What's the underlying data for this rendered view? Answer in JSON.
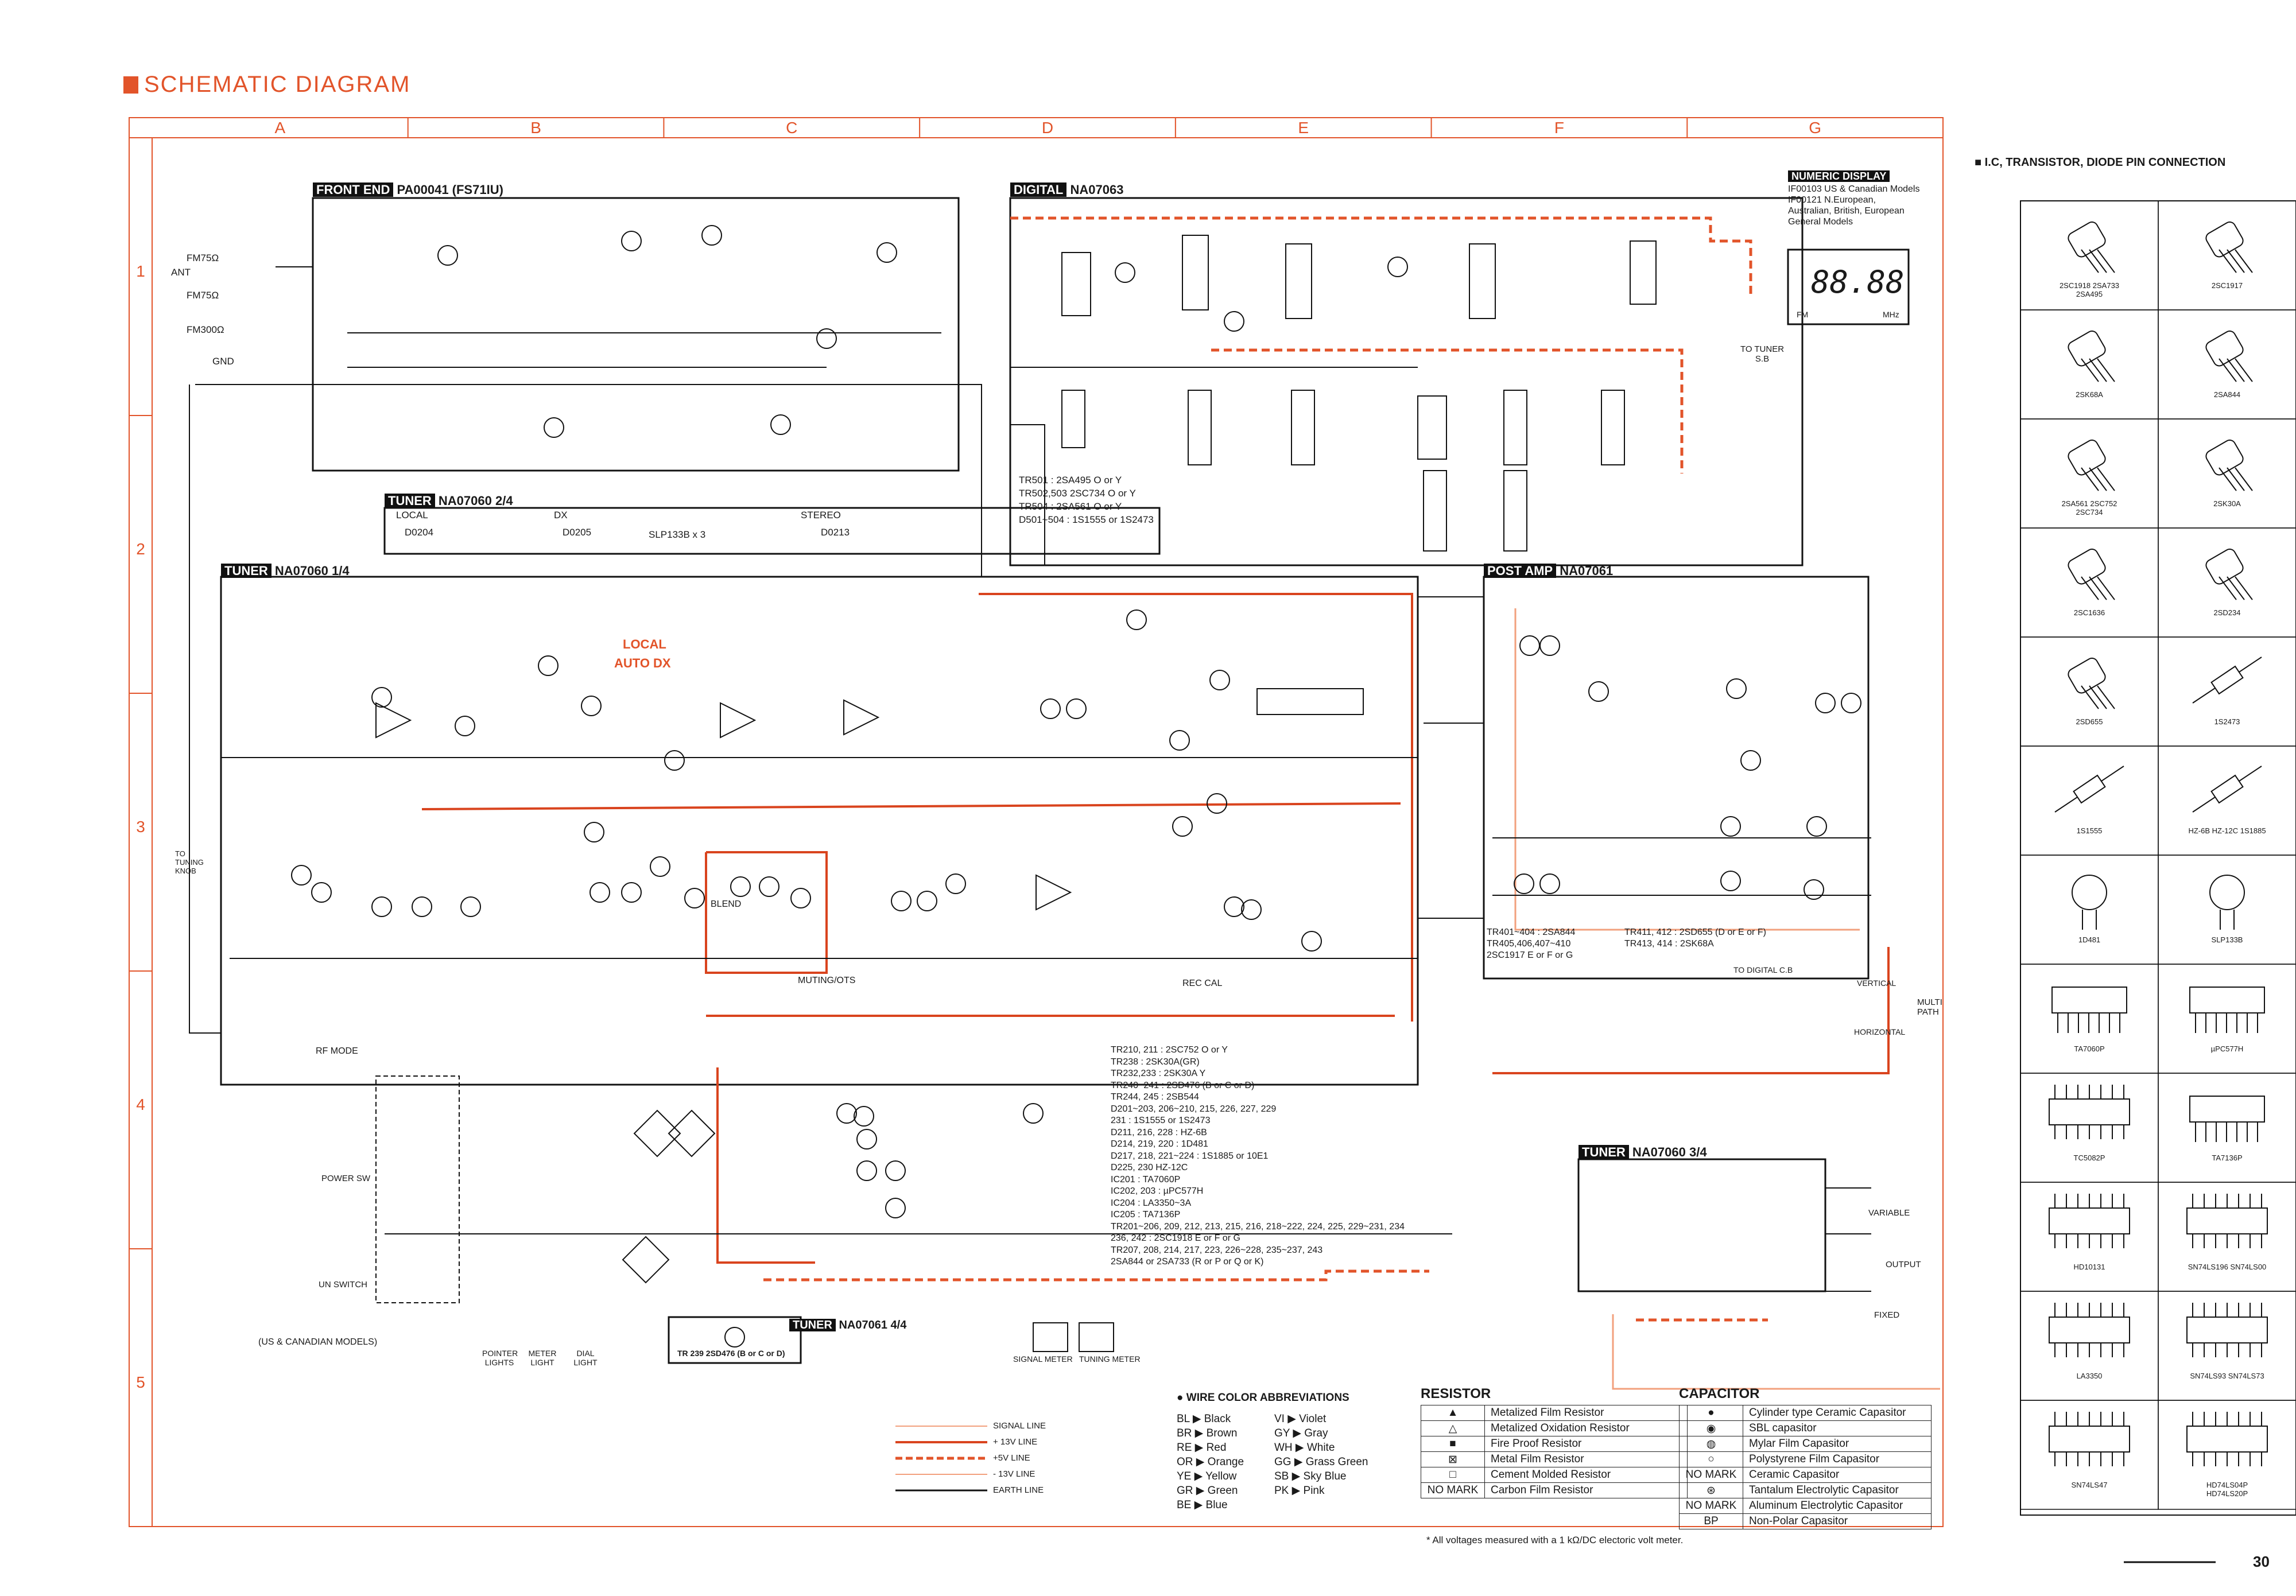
{
  "title": "SCHEMATIC DIAGRAM",
  "grid": {
    "columns": [
      "A",
      "B",
      "C",
      "D",
      "E",
      "F",
      "G"
    ],
    "rows": [
      "1",
      "2",
      "3",
      "4",
      "5"
    ]
  },
  "blocks": {
    "front_end": {
      "tag": "FRONT END",
      "name": "PA00041 (FS71IU)"
    },
    "digital": {
      "tag": "DIGITAL",
      "name": "NA07063"
    },
    "tuner_24": {
      "tag": "TUNER",
      "name": "NA07060 2/4"
    },
    "tuner_14": {
      "tag": "TUNER",
      "name": "NA07060 1/4"
    },
    "post_amp": {
      "tag": "POST AMP",
      "name": "NA07061"
    },
    "tuner_34": {
      "tag": "TUNER",
      "name": "NA07060 3/4"
    },
    "tuner_44": {
      "tag": "TUNER",
      "name": "NA07061 4/4"
    }
  },
  "indicators": {
    "local": "LOCAL",
    "dx": "DX",
    "stereo": "STEREO",
    "d0204": "D0204",
    "d0205": "D0205",
    "d0213": "D0213",
    "slp": "SLP133B x 3"
  },
  "labels": {
    "ant": "ANT",
    "fm75": "FM75Ω",
    "fm300": "FM300Ω",
    "gnd": "GND",
    "power_sw": "POWER SW",
    "un_switch": "UN SWITCH",
    "us_canadian": "(US & CANADIAN MODELS)",
    "pointer": "POINTER LIGHTS",
    "meter_light": "METER LIGHT",
    "dial_light": "DIAL LIGHT",
    "signal_meter": "SIGNAL METER",
    "tuning_meter": "TUNING METER",
    "variable": "VARIABLE",
    "output": "OUTPUT",
    "fixed": "FIXED",
    "multipath": "MULTI PATH",
    "vertical": "VERTICAL",
    "horizontal": "HORIZONTAL",
    "to_digital": "TO DIGITAL C.B",
    "to_tuner": "TO TUNER S.B",
    "local_orange": "LOCAL",
    "auto_dx": "AUTO DX",
    "rf_mode": "RF MODE",
    "muting": "MUTING/OTS",
    "rec_cal": "REC CAL",
    "blend": "BLEND",
    "to_tuning": "TO TUNING KNOB"
  },
  "numeric_display": {
    "tag": "NUMERIC DISPLAY",
    "lines": [
      "IF00103 US & Canadian Models",
      "IF00121 N.European, Australian, British, European General Models"
    ],
    "digits": "88.88",
    "fm": "FM",
    "mhz": "MHz"
  },
  "digital_notes": [
    "TR501 : 2SA495 O or Y",
    "TR502,503 2SC734 O or Y",
    "TR504 : 2SA561 O or Y",
    "D501~504 : 1S1555 or 1S2473"
  ],
  "post_amp_notes": [
    "TR401~404 : 2SA844",
    "TR405,406,407~410",
    "2SC1917 E or F or G",
    "TR411, 412 : 2SD655 (D or E or F)",
    "TR413, 414 : 2SK68A"
  ],
  "tuner_notes": [
    "TR210, 211 : 2SC752 O or Y",
    "TR238 : 2SK30A(GR)",
    "TR232,233 : 2SK30A Y",
    "TR240~241 : 2SD476 (B or C or D)",
    "TR244, 245 : 2SB544",
    "D201~203, 206~210, 215, 226, 227, 229",
    "231 : 1S1555 or 1S2473",
    "D211, 216, 228 : HZ-6B",
    "D214, 219, 220 : 1D481",
    "D217, 218, 221~224 : 1S1885 or 10E1",
    "D225, 230 HZ-12C",
    "IC201 : TA7060P",
    "IC202, 203 : µPC577H",
    "IC204 : LA3350~3A",
    "IC205 : TA7136P",
    "TR201~206, 209, 212, 213, 215, 216, 218~222, 224, 225, 229~231, 234",
    "236, 242 : 2SC1918 E or F or G",
    "TR207, 208, 214, 217, 223, 226~228, 235~237, 243",
    "2SA844 or 2SA733 (R or P or Q or K)"
  ],
  "tr239": "TR 239 2SD476 (B or C or D)",
  "line_legend": [
    {
      "label": "SIGNAL LINE",
      "color": "#f2a07d",
      "style": "solid",
      "weight": 2
    },
    {
      "label": "+ 13V LINE",
      "color": "#d9441e",
      "style": "solid",
      "weight": 4
    },
    {
      "label": "+5V LINE",
      "color": "#e2542a",
      "style": "dashed",
      "weight": 5
    },
    {
      "label": "- 13V LINE",
      "color": "#f2a07d",
      "style": "solid",
      "weight": 2
    },
    {
      "label": "EARTH LINE",
      "color": "#111111",
      "style": "solid",
      "weight": 3
    }
  ],
  "wire_colors": {
    "title": "WIRE COLOR ABBREVIATIONS",
    "items": [
      {
        "code": "BL",
        "name": "Black"
      },
      {
        "code": "VI",
        "name": "Violet"
      },
      {
        "code": "BR",
        "name": "Brown"
      },
      {
        "code": "GY",
        "name": "Gray"
      },
      {
        "code": "RE",
        "name": "Red"
      },
      {
        "code": "WH",
        "name": "White"
      },
      {
        "code": "OR",
        "name": "Orange"
      },
      {
        "code": "GG",
        "name": "Grass Green"
      },
      {
        "code": "YE",
        "name": "Yellow"
      },
      {
        "code": "SB",
        "name": "Sky Blue"
      },
      {
        "code": "GR",
        "name": "Green"
      },
      {
        "code": "PK",
        "name": "Pink"
      },
      {
        "code": "BE",
        "name": "Blue"
      }
    ]
  },
  "resistor": {
    "title": "RESISTOR",
    "rows": [
      {
        "mark": "▲",
        "label": "Metalized Film Resistor"
      },
      {
        "mark": "△",
        "label": "Metalized Oxidation Resistor"
      },
      {
        "mark": "■",
        "label": "Fire Proof Resistor"
      },
      {
        "mark": "⊠",
        "label": "Metal Film Resistor"
      },
      {
        "mark": "□",
        "label": "Cement Molded Resistor"
      },
      {
        "mark": "NO MARK",
        "label": "Carbon Film Resistor"
      }
    ]
  },
  "capacitor": {
    "title": "CAPACITOR",
    "rows": [
      {
        "mark": "●",
        "label": "Cylinder type Ceramic Capasitor"
      },
      {
        "mark": "◉",
        "label": "SBL capasitor"
      },
      {
        "mark": "◍",
        "label": "Mylar Film Capasitor"
      },
      {
        "mark": "○",
        "label": "Polystyrene Film Capasitor"
      },
      {
        "mark": "NO MARK",
        "label": "Ceramic Capasitor"
      },
      {
        "mark": "⊛",
        "label": "Tantalum Electrolytic Capasitor"
      },
      {
        "mark": "NO MARK",
        "label": "Aluminum Electrolytic Capasitor"
      },
      {
        "mark": "BP",
        "label": "Non-Polar Capasitor"
      }
    ]
  },
  "footnote": "* All voltages measured with a 1 kΩ/DC electoric volt meter.",
  "page_number": "30",
  "pin_connection": {
    "title": "I.C, TRANSISTOR, DIODE PIN CONNECTION",
    "items": [
      {
        "name": "2SC1918 2SA733 2SA495",
        "icon": "to92-transistor"
      },
      {
        "name": "2SC1917",
        "icon": "to92-transistor"
      },
      {
        "name": "2SK68A",
        "icon": "to92-transistor"
      },
      {
        "name": "2SA844",
        "icon": "to92-transistor"
      },
      {
        "name": "2SA561 2SC752 2SC734",
        "icon": "to92-transistor"
      },
      {
        "name": "2SK30A",
        "icon": "to92-transistor"
      },
      {
        "name": "2SC1636",
        "icon": "to92-transistor"
      },
      {
        "name": "2SD234",
        "icon": "power-transistor"
      },
      {
        "name": "2SD655",
        "icon": "to92-transistor"
      },
      {
        "name": "1S2473",
        "icon": "diode"
      },
      {
        "name": "1S1555",
        "icon": "diode"
      },
      {
        "name": "HZ-6B HZ-12C 1S1885",
        "icon": "diode"
      },
      {
        "name": "1D481",
        "icon": "bridge"
      },
      {
        "name": "SLP133B",
        "icon": "led"
      },
      {
        "name": "TA7060P",
        "icon": "sip-ic"
      },
      {
        "name": "µPC577H",
        "icon": "sip-ic"
      },
      {
        "name": "TC5082P",
        "icon": "dip-ic"
      },
      {
        "name": "TA7136P",
        "icon": "sip-ic"
      },
      {
        "name": "HD10131",
        "icon": "dip-ic"
      },
      {
        "name": "SN74LS196 SN74LS00",
        "icon": "dip-ic"
      },
      {
        "name": "LA3350",
        "icon": "dip-ic"
      },
      {
        "name": "SN74LS93 SN74LS73",
        "icon": "dip-ic"
      },
      {
        "name": "SN74LS47",
        "icon": "dip-ic"
      },
      {
        "name": "HD74LS04P HD74LS20P",
        "icon": "dip-ic"
      }
    ]
  }
}
